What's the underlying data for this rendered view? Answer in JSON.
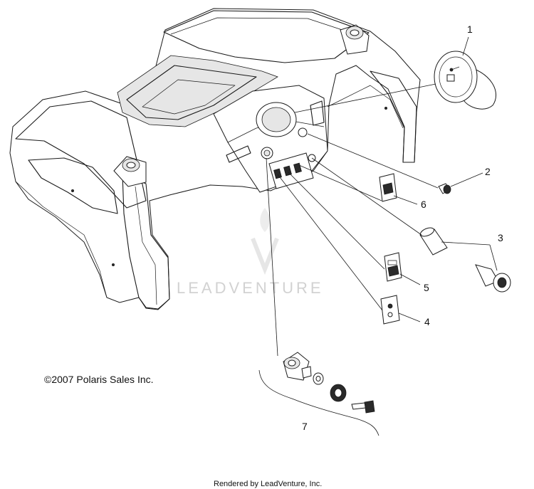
{
  "callouts": [
    {
      "id": "1",
      "label": "1"
    },
    {
      "id": "2",
      "label": "2"
    },
    {
      "id": "3",
      "label": "3"
    },
    {
      "id": "4",
      "label": "4"
    },
    {
      "id": "5",
      "label": "5"
    },
    {
      "id": "6",
      "label": "6"
    },
    {
      "id": "7",
      "label": "7"
    }
  ],
  "copyright": "©2007 Polaris Sales Inc.",
  "watermark": "LEADVENTURE",
  "footer": "Rendered by LeadVenture, Inc."
}
